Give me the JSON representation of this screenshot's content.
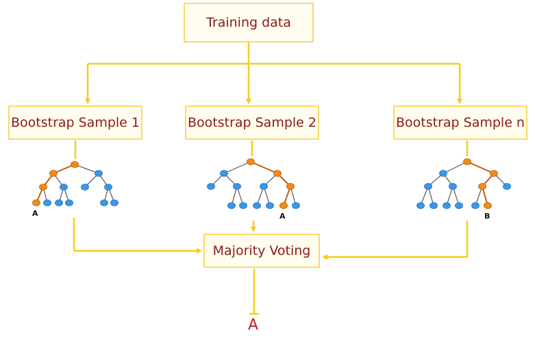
{
  "training_box": {
    "label": "Training data"
  },
  "bootstrap_samples": [
    {
      "label": "Bootstrap Sample 1",
      "tree_output": "A"
    },
    {
      "label": "Bootstrap Sample 2",
      "tree_output": "A"
    },
    {
      "label": "Bootstrap Sample n",
      "tree_output": "B"
    }
  ],
  "voting_box": {
    "label": "Majority Voting"
  },
  "final_output": "A",
  "colors": {
    "connector": "#f5cd1a",
    "box_border": "#f8d96a",
    "box_text": "#8b1a1a",
    "result_text": "#c0201c",
    "node_default": "#3a96e8",
    "node_path": "#f08c1a",
    "edge_default": "#555555",
    "edge_path": "#c55a11"
  }
}
